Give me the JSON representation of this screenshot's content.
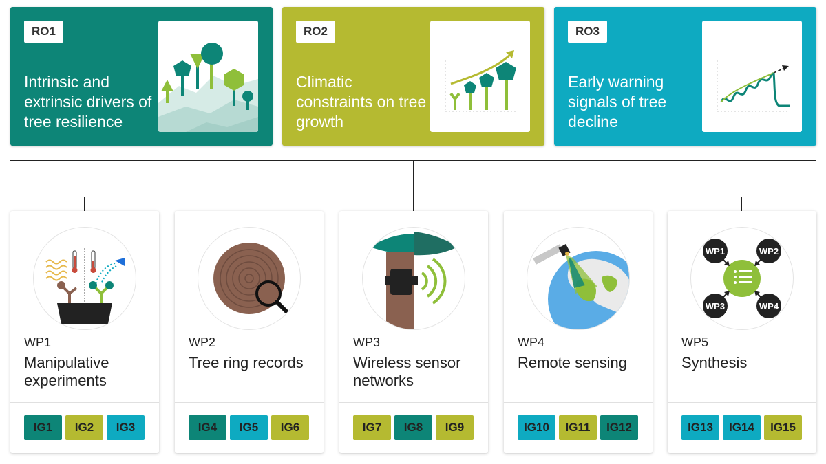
{
  "colors": {
    "ro1": "#0d8577",
    "ro2": "#b5ba31",
    "ro3": "#0eaac1",
    "ig_teal": "#0d8577",
    "ig_olive": "#b5ba31",
    "ig_cyan": "#0eaac1"
  },
  "research_objectives": [
    {
      "badge": "RO1",
      "title": "Intrinsic and extrinsic drivers of tree resilience",
      "icon": "forest-hills-icon"
    },
    {
      "badge": "RO2",
      "title": "Climatic constraints on tree growth",
      "icon": "growth-trend-icon"
    },
    {
      "badge": "RO3",
      "title": "Early warning signals of tree decline",
      "icon": "decline-signal-icon"
    }
  ],
  "work_packages": [
    {
      "code": "WP1",
      "title": "Manipulative experiments",
      "icon": "potted-plants-experiment-icon",
      "igs": [
        {
          "label": "IG1",
          "color": "teal"
        },
        {
          "label": "IG2",
          "color": "olive"
        },
        {
          "label": "IG3",
          "color": "cyan"
        }
      ]
    },
    {
      "code": "WP2",
      "title": "Tree ring records",
      "icon": "tree-ring-magnifier-icon",
      "igs": [
        {
          "label": "IG4",
          "color": "teal"
        },
        {
          "label": "IG5",
          "color": "cyan"
        },
        {
          "label": "IG6",
          "color": "olive"
        }
      ]
    },
    {
      "code": "WP3",
      "title": "Wireless sensor networks",
      "icon": "tree-sensor-wifi-icon",
      "igs": [
        {
          "label": "IG7",
          "color": "olive"
        },
        {
          "label": "IG8",
          "color": "teal"
        },
        {
          "label": "IG9",
          "color": "olive"
        }
      ]
    },
    {
      "code": "WP4",
      "title": "Remote sensing",
      "icon": "satellite-globe-icon",
      "igs": [
        {
          "label": "IG10",
          "color": "cyan"
        },
        {
          "label": "IG11",
          "color": "olive"
        },
        {
          "label": "IG12",
          "color": "teal"
        }
      ]
    },
    {
      "code": "WP5",
      "title": "Synthesis",
      "icon": "synthesis-hub-icon",
      "igs": [
        {
          "label": "IG13",
          "color": "cyan"
        },
        {
          "label": "IG14",
          "color": "cyan"
        },
        {
          "label": "IG15",
          "color": "olive"
        }
      ],
      "hub_labels": [
        "WP1",
        "WP2",
        "WP3",
        "WP4"
      ]
    }
  ]
}
